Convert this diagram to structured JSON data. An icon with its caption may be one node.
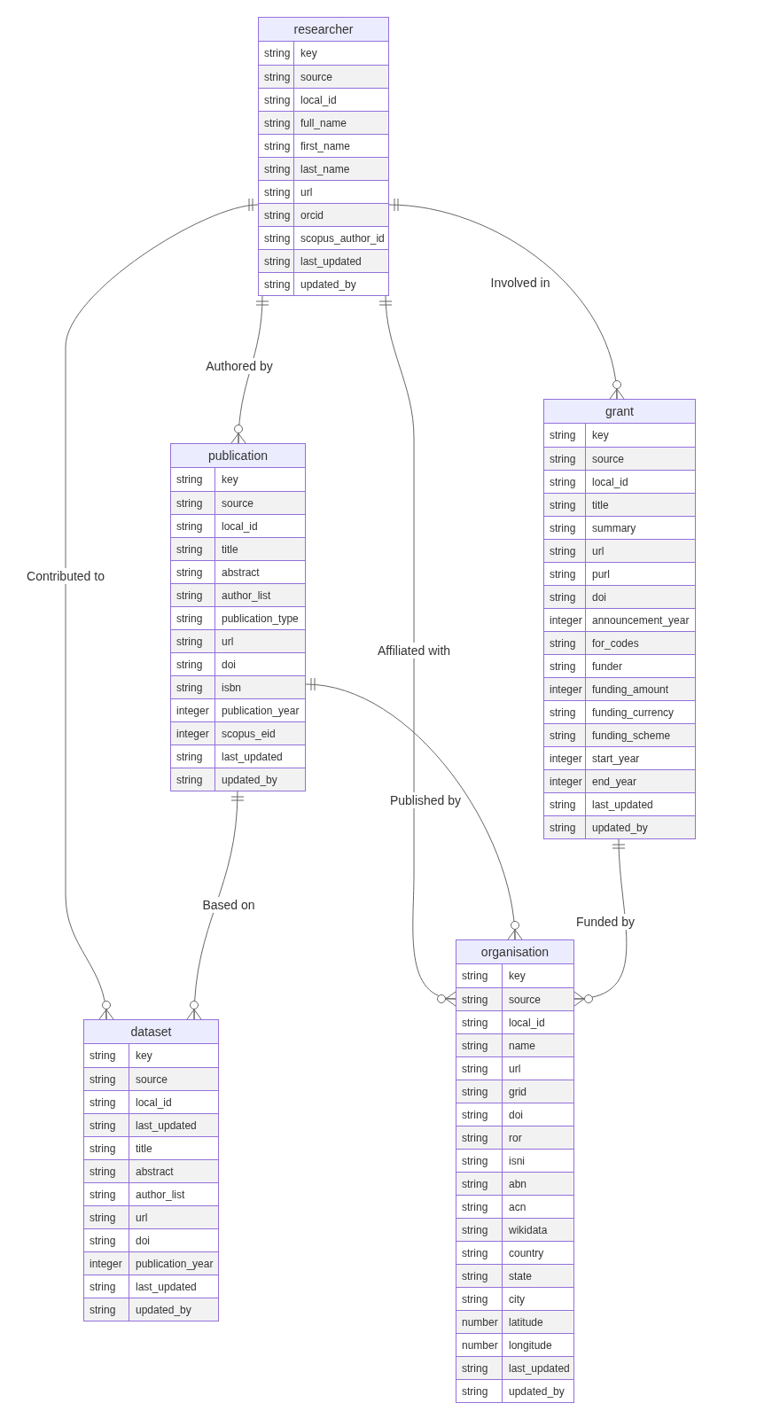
{
  "diagram": {
    "nodes": [
      {
        "text": [
          "researcher"
        ]
      },
      {
        "text": [
          "string",
          "key"
        ],
        "in": 0
      },
      {
        "text": [
          "string",
          "source"
        ],
        "in": 0
      },
      {
        "text": [
          "string",
          "local_id"
        ],
        "in": 0
      },
      {
        "text": [
          "string",
          "full_name"
        ],
        "in": 0
      },
      {
        "text": [
          "string",
          "first_name"
        ],
        "in": 0
      },
      {
        "text": [
          "string",
          "last_name"
        ],
        "in": 0
      },
      {
        "text": [
          "string",
          "url"
        ],
        "in": 0
      },
      {
        "text": [
          "string",
          "orcid"
        ],
        "in": 0
      },
      {
        "text": [
          "string",
          "scopus_author_id"
        ],
        "in": 0
      },
      {
        "text": [
          "string",
          "last_updated"
        ],
        "in": 0
      },
      {
        "text": [
          "string",
          "updated_by"
        ],
        "in": 0
      },
      {
        "text": [
          "publication"
        ]
      },
      {
        "text": [
          "string",
          "key"
        ],
        "in": 12
      },
      {
        "text": [
          "string",
          "source"
        ],
        "in": 12
      },
      {
        "text": [
          "string",
          "local_id"
        ],
        "in": 12
      },
      {
        "text": [
          "string",
          "title"
        ],
        "in": 12
      },
      {
        "text": [
          "string",
          "abstract"
        ],
        "in": 12
      },
      {
        "text": [
          "string",
          "author_list"
        ],
        "in": 12
      },
      {
        "text": [
          "string",
          "publication_type"
        ],
        "in": 12
      },
      {
        "text": [
          "string",
          "url"
        ],
        "in": 12
      },
      {
        "text": [
          "string",
          "doi"
        ],
        "in": 12
      },
      {
        "text": [
          "string",
          "isbn"
        ],
        "in": 12
      },
      {
        "text": [
          "integer",
          "publication_year"
        ],
        "in": 12
      },
      {
        "text": [
          "integer",
          "scopus_eid"
        ],
        "in": 12
      },
      {
        "text": [
          "string",
          "last_updated"
        ],
        "in": 12
      },
      {
        "text": [
          "string",
          "updated_by"
        ],
        "in": 12
      },
      {
        "text": [
          "grant"
        ]
      },
      {
        "text": [
          "string",
          "key"
        ],
        "in": 27
      },
      {
        "text": [
          "string",
          "source"
        ],
        "in": 27
      },
      {
        "text": [
          "string",
          "local_id"
        ],
        "in": 27
      },
      {
        "text": [
          "string",
          "title"
        ],
        "in": 27
      },
      {
        "text": [
          "string",
          "summary"
        ],
        "in": 27
      },
      {
        "text": [
          "string",
          "url"
        ],
        "in": 27
      },
      {
        "text": [
          "string",
          "purl"
        ],
        "in": 27
      },
      {
        "text": [
          "string",
          "doi"
        ],
        "in": 27
      },
      {
        "text": [
          "integer",
          "announcement_year"
        ],
        "in": 27
      },
      {
        "text": [
          "string",
          "for_codes"
        ],
        "in": 27
      },
      {
        "text": [
          "string",
          "funder"
        ],
        "in": 27
      },
      {
        "text": [
          "integer",
          "funding_amount"
        ],
        "in": 27
      },
      {
        "text": [
          "string",
          "funding_currency"
        ],
        "in": 27
      },
      {
        "text": [
          "string",
          "funding_scheme"
        ],
        "in": 27
      },
      {
        "text": [
          "integer",
          "start_year"
        ],
        "in": 27
      },
      {
        "text": [
          "integer",
          "end_year"
        ],
        "in": 27
      },
      {
        "text": [
          "string",
          "last_updated"
        ],
        "in": 27
      },
      {
        "text": [
          "string",
          "updated_by"
        ],
        "in": 27
      },
      {
        "text": [
          "dataset"
        ]
      },
      {
        "text": [
          "string",
          "key"
        ],
        "in": 46
      },
      {
        "text": [
          "string",
          "source"
        ],
        "in": 46
      },
      {
        "text": [
          "string",
          "local_id"
        ],
        "in": 46
      },
      {
        "text": [
          "string",
          "last_updated"
        ],
        "in": 46
      },
      {
        "text": [
          "string",
          "title"
        ],
        "in": 46
      },
      {
        "text": [
          "string",
          "abstract"
        ],
        "in": 46
      },
      {
        "text": [
          "string",
          "author_list"
        ],
        "in": 46
      },
      {
        "text": [
          "string",
          "url"
        ],
        "in": 46
      },
      {
        "text": [
          "string",
          "doi"
        ],
        "in": 46
      },
      {
        "text": [
          "integer",
          "publication_year"
        ],
        "in": 46
      },
      {
        "text": [
          "string",
          "last_updated"
        ],
        "in": 46
      },
      {
        "text": [
          "string",
          "updated_by"
        ],
        "in": 46
      },
      {
        "text": [
          "organisation"
        ]
      },
      {
        "text": [
          "string",
          "key"
        ],
        "in": 59
      },
      {
        "text": [
          "string",
          "source"
        ],
        "in": 59
      },
      {
        "text": [
          "string",
          "local_id"
        ],
        "in": 59
      },
      {
        "text": [
          "string",
          "name"
        ],
        "in": 59
      },
      {
        "text": [
          "string",
          "url"
        ],
        "in": 59
      },
      {
        "text": [
          "string",
          "grid"
        ],
        "in": 59
      },
      {
        "text": [
          "string",
          "doi"
        ],
        "in": 59
      },
      {
        "text": [
          "string",
          "ror"
        ],
        "in": 59
      },
      {
        "text": [
          "string",
          "isni"
        ],
        "in": 59
      },
      {
        "text": [
          "string",
          "abn"
        ],
        "in": 59
      },
      {
        "text": [
          "string",
          "acn"
        ],
        "in": 59
      },
      {
        "text": [
          "string",
          "wikidata"
        ],
        "in": 59
      },
      {
        "text": [
          "string",
          "country"
        ],
        "in": 59
      },
      {
        "text": [
          "string",
          "state"
        ],
        "in": 59
      },
      {
        "text": [
          "string",
          "city"
        ],
        "in": 59
      },
      {
        "text": [
          "number",
          "latitude"
        ],
        "in": 59
      },
      {
        "text": [
          "number",
          "longitude"
        ],
        "in": 59
      },
      {
        "text": [
          "string",
          "last_updated"
        ],
        "in": 59
      },
      {
        "text": [
          "string",
          "updated_by"
        ],
        "in": 59
      }
    ],
    "edges": [
      {
        "from": 0,
        "to": 12,
        "arrow": "other",
        "label": "Authored by"
      },
      {
        "from": 0,
        "to": 27,
        "arrow": "other",
        "label": "Involved in"
      },
      {
        "from": 0,
        "to": 46,
        "arrow": "other",
        "label": "Contributed to"
      },
      {
        "from": 0,
        "to": 59,
        "arrow": "other",
        "label": "Affiliated with"
      },
      {
        "from": 12,
        "to": 59,
        "arrow": "other",
        "label": "Published by"
      },
      {
        "from": 12,
        "to": 46,
        "arrow": "other",
        "label": "Based on"
      },
      {
        "from": 27,
        "to": 59,
        "arrow": "other",
        "label": "Funded by"
      }
    ]
  }
}
